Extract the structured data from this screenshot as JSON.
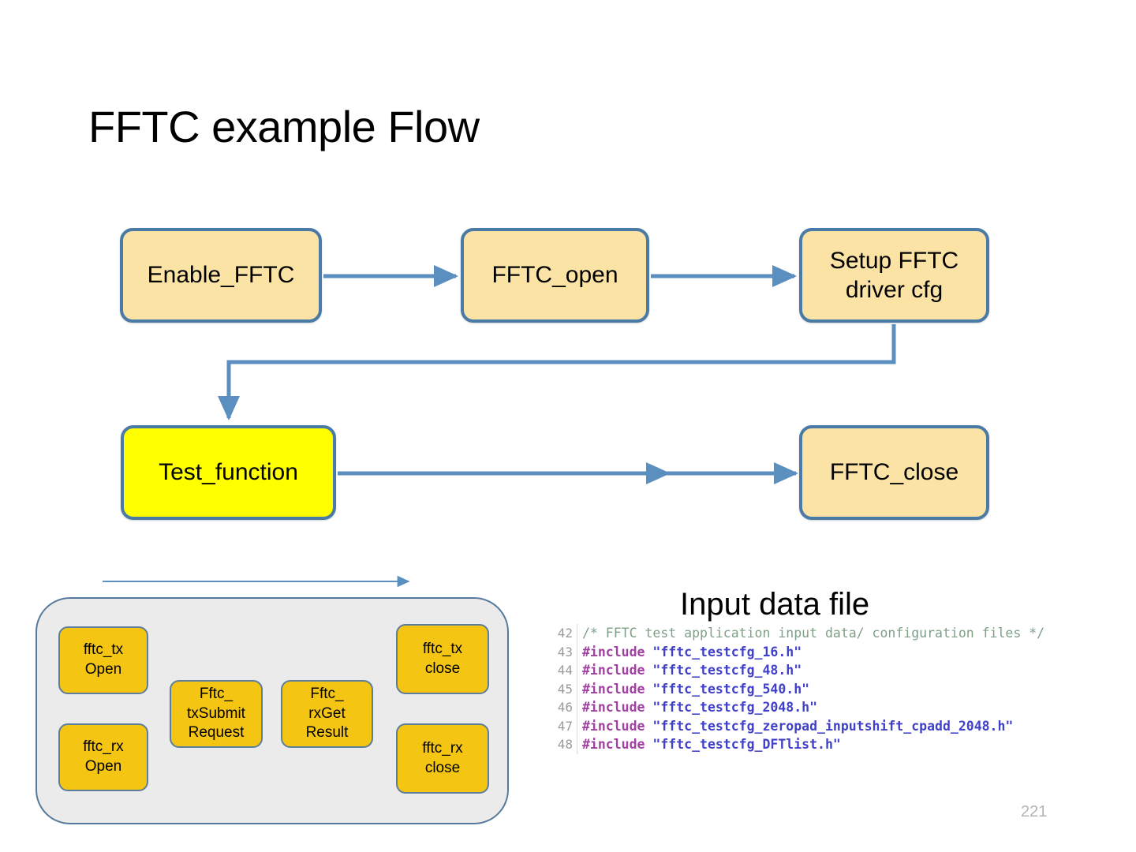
{
  "slide": {
    "title": "FFTC example Flow",
    "page_number": "221"
  },
  "colors": {
    "box_fill": "#fae3a5",
    "box_border": "#4a7ba7",
    "highlight_fill": "#ffff00",
    "panel_fill": "#ebebeb",
    "panel_border": "#567a9b",
    "sub_box_fill": "#f5c513",
    "sub_box_border": "#5c7e9c",
    "arrow": "#5b8fc0",
    "page_number": "#b3b3b3",
    "code_comment": "#7f9f86",
    "code_preprocessor": "#a040a0",
    "code_string": "#4040c8",
    "code_linenumber": "#9a9a9a"
  },
  "flow": {
    "boxes": [
      {
        "id": "enable-fftc",
        "label": "Enable_FFTC",
        "highlight": false
      },
      {
        "id": "fftc-open",
        "label": "FFTC_open",
        "highlight": false
      },
      {
        "id": "setup-cfg",
        "label": "Setup FFTC\ndriver cfg",
        "highlight": false
      },
      {
        "id": "test-func",
        "label": "Test_function",
        "highlight": true
      },
      {
        "id": "fftc-close",
        "label": "FFTC_close",
        "highlight": false
      }
    ]
  },
  "detail_panel": {
    "sub_boxes": [
      {
        "id": "tx-open",
        "label": "fftc_tx\nOpen"
      },
      {
        "id": "rx-open",
        "label": "fftc_rx\nOpen"
      },
      {
        "id": "txsubmit",
        "label": "Fftc_\ntxSubmit\nRequest"
      },
      {
        "id": "rxget",
        "label": "Fftc_\nrxGet\nResult"
      },
      {
        "id": "tx-close",
        "label": "fftc_tx\nclose"
      },
      {
        "id": "rx-close",
        "label": "fftc_rx\nclose"
      }
    ]
  },
  "code": {
    "heading": "Input data file",
    "lines": [
      {
        "num": "42",
        "tokens": [
          {
            "kind": "comment",
            "text": "/* FFTC test application input data/ configuration files */"
          }
        ]
      },
      {
        "num": "43",
        "tokens": [
          {
            "kind": "pre",
            "text": "#include "
          },
          {
            "kind": "str",
            "text": "\"fftc_testcfg_16.h\""
          }
        ]
      },
      {
        "num": "44",
        "tokens": [
          {
            "kind": "pre",
            "text": "#include "
          },
          {
            "kind": "str",
            "text": "\"fftc_testcfg_48.h\""
          }
        ]
      },
      {
        "num": "45",
        "tokens": [
          {
            "kind": "pre",
            "text": "#include "
          },
          {
            "kind": "str",
            "text": "\"fftc_testcfg_540.h\""
          }
        ]
      },
      {
        "num": "46",
        "tokens": [
          {
            "kind": "pre",
            "text": "#include "
          },
          {
            "kind": "str",
            "text": "\"fftc_testcfg_2048.h\""
          }
        ]
      },
      {
        "num": "47",
        "tokens": [
          {
            "kind": "pre",
            "text": "#include "
          },
          {
            "kind": "str",
            "text": "\"fftc_testcfg_zeropad_inputshift_cpadd_2048.h\""
          }
        ]
      },
      {
        "num": "48",
        "tokens": [
          {
            "kind": "pre",
            "text": "#include "
          },
          {
            "kind": "str",
            "text": "\"fftc_testcfg_DFTlist.h\""
          }
        ]
      }
    ]
  }
}
